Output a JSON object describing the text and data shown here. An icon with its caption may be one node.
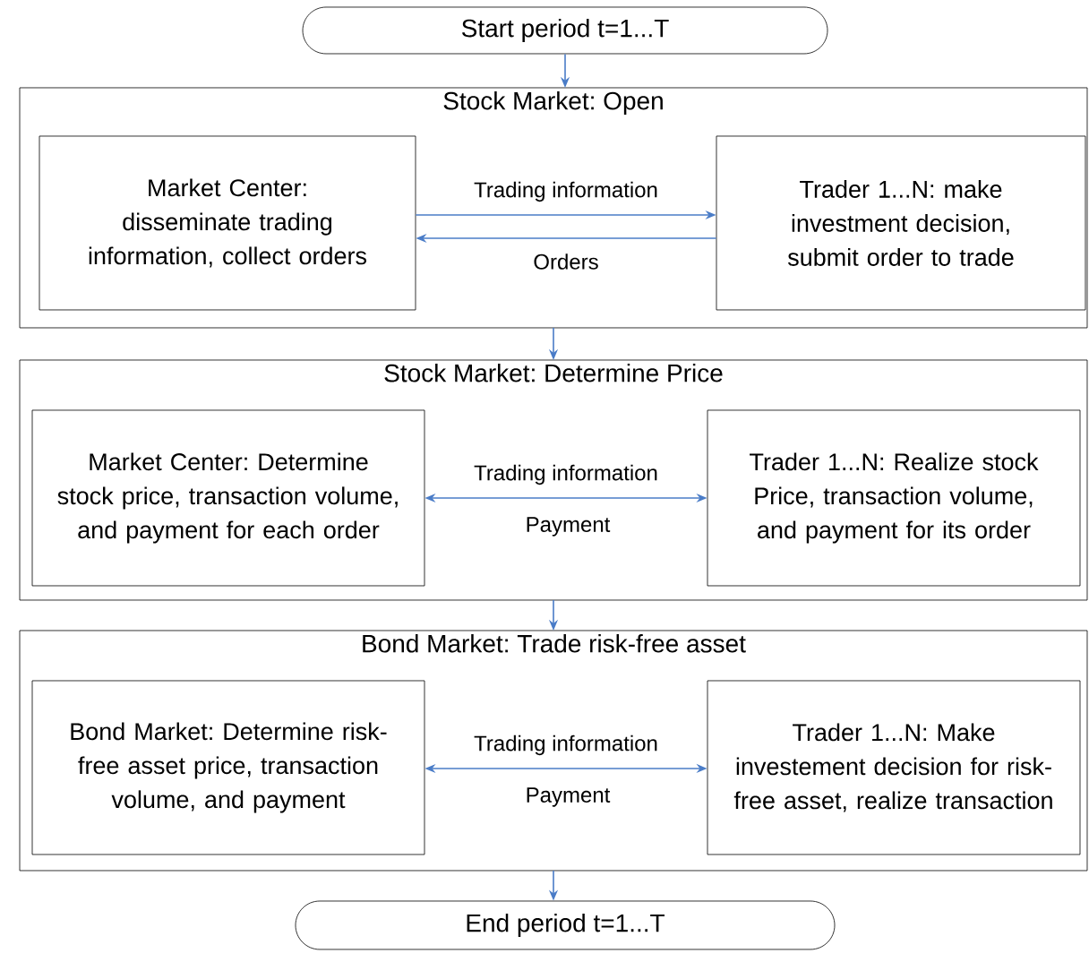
{
  "diagram": {
    "nodes": [
      {
        "text": [
          "Start period t=1...T"
        ]
      },
      {
        "text": [
          "Stock Market: Open"
        ]
      },
      {
        "text": [
          "Market Center: disseminate trading information, collect orders"
        ],
        "in": 1
      },
      {
        "text": [
          "Trader 1...N: make investment decision, submit order to trade"
        ],
        "in": 1
      },
      {
        "text": [
          "Stock Market: Determine Price"
        ]
      },
      {
        "text": [
          "Market Center: Determine stock price, transaction volume, and payment for each order"
        ],
        "in": 4
      },
      {
        "text": [
          "Trader 1...N: Realize stock Price, transaction volume, and payment for its order"
        ],
        "in": 4
      },
      {
        "text": [
          "Bond Market: Trade risk-free asset"
        ]
      },
      {
        "text": [
          "Bond Market: Determine risk-free asset price, transaction volume, and payment"
        ],
        "in": 7
      },
      {
        "text": [
          "Trader 1...N: Make investement decision for risk-free asset, realize transaction"
        ],
        "in": 7
      },
      {
        "text": [
          "End period t=1...T"
        ]
      }
    ],
    "edges": [
      {
        "from": 0,
        "to": 1,
        "arrow": "to"
      },
      {
        "from": 2,
        "to": 3,
        "arrow": "to",
        "label": "Trading information"
      },
      {
        "from": 3,
        "to": 2,
        "arrow": "to",
        "label": "Orders"
      },
      {
        "from": 1,
        "to": 4,
        "arrow": "to"
      },
      {
        "from": 5,
        "to": 6,
        "arrow": "both",
        "label": "Trading information"
      },
      {
        "from": 4,
        "to": 7,
        "arrow": "to"
      },
      {
        "from": 8,
        "to": 9,
        "arrow": "both",
        "label": "Trading information"
      },
      {
        "from": 7,
        "to": 10,
        "arrow": "to"
      }
    ],
    "labels": [
      "Payment",
      "Payment"
    ]
  }
}
